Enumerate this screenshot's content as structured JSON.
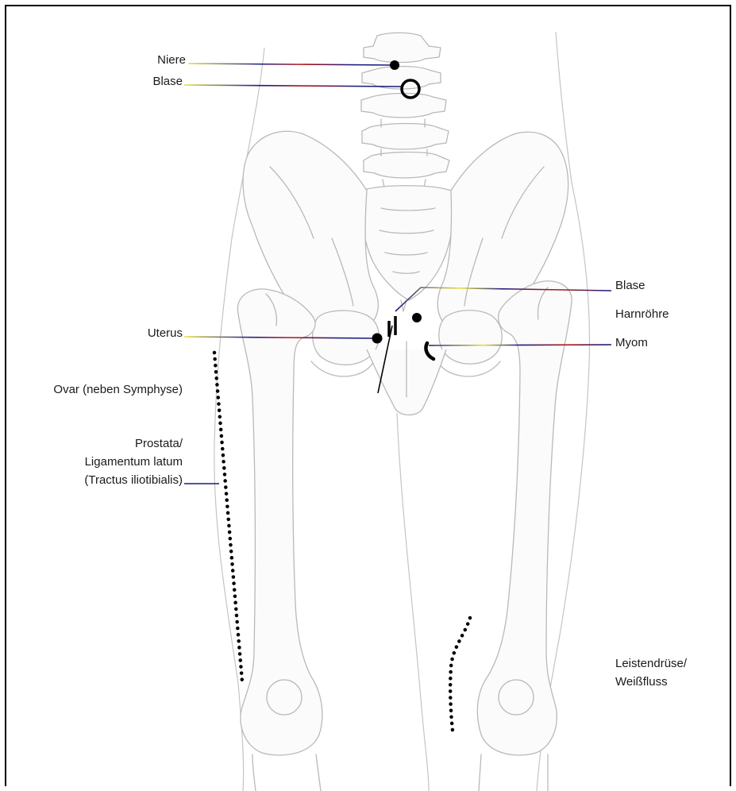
{
  "labels": {
    "niere": "Niere",
    "blase_top": "Blase",
    "blase_right": "Blase",
    "harnroehre": "Harnröhre",
    "myom": "Myom",
    "uterus": "Uterus",
    "ovar": "Ovar (neben Symphyse)",
    "prostata_1": "Prostata/",
    "prostata_2": "Ligamentum latum",
    "prostata_3": "(Tractus iliotibialis)",
    "leisten_1": "Leistendrüse/",
    "leisten_2": "Weißfluss"
  },
  "colors": {
    "line_blue": "#1a1a80",
    "line_red": "#b01818",
    "line_yellow": "#e8e040",
    "marker": "#000000",
    "bone_outline": "#b9b9b9"
  }
}
